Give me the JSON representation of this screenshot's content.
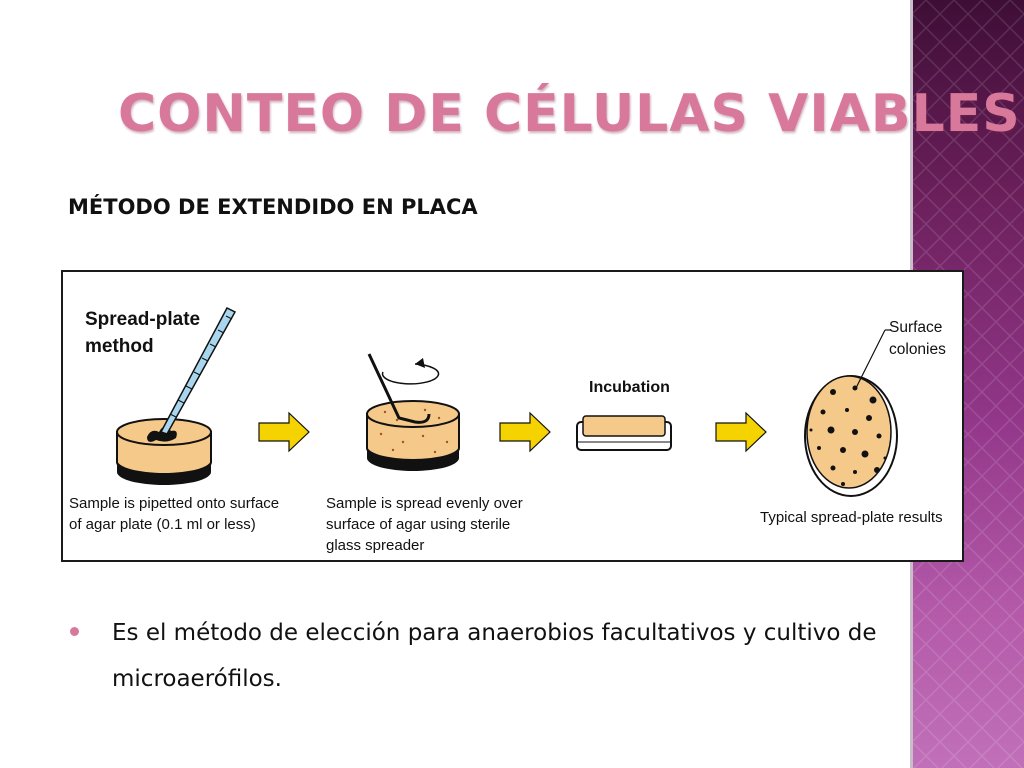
{
  "slide": {
    "title": "CONTEO DE CÉLULAS VIABLES",
    "subtitle": "MÉTODO DE EXTENDIDO EN PLACA",
    "bullet": "Es el método de elección para anaerobios facultativos y cultivo de microaerófilos."
  },
  "figure": {
    "method_title_line1": "Spread-plate",
    "method_title_line2": "method",
    "step1_caption_line1": "Sample is pipetted onto surface",
    "step1_caption_line2": "of agar plate (0.1 ml or less)",
    "step2_caption_line1": "Sample is spread evenly over",
    "step2_caption_line2": "surface of agar using sterile",
    "step2_caption_line3": "glass spreader",
    "incubation_label": "Incubation",
    "colonies_label_line1": "Surface",
    "colonies_label_line2": "colonies",
    "result_caption": "Typical spread-plate results"
  },
  "colors": {
    "title": "#d8799c",
    "bullet": "#d8799c",
    "agar": "#f5c98a",
    "arrow": "#f4d300",
    "side_band": "#93378a"
  }
}
